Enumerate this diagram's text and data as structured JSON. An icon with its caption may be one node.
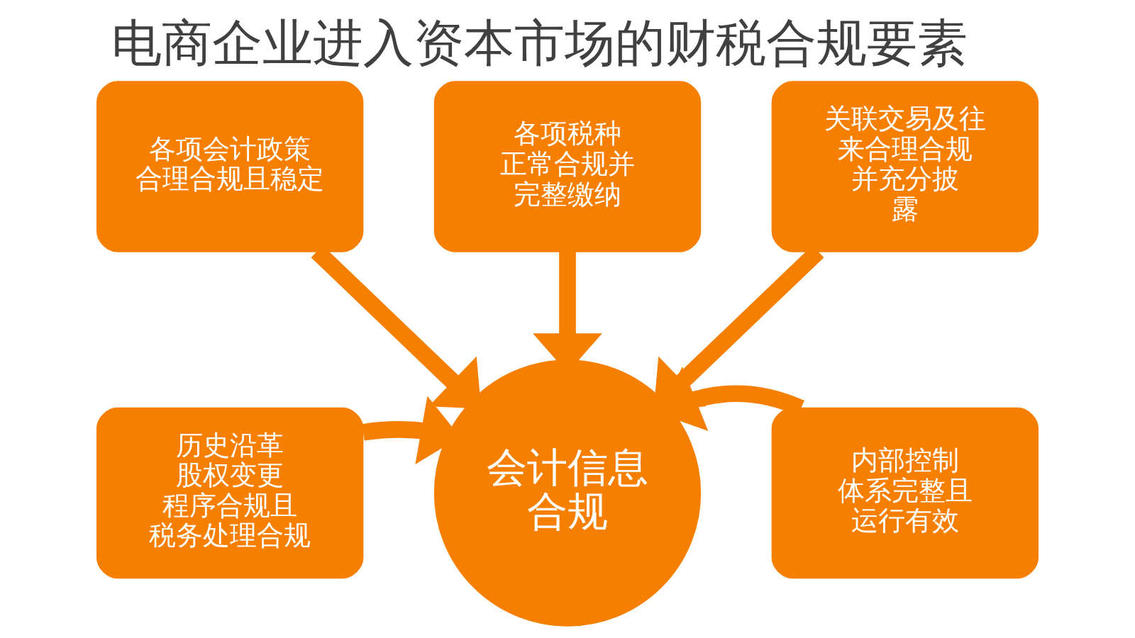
{
  "diagram": {
    "title": "电商企业进入资本市场的财税合规要素",
    "nodes": [
      {
        "text": [
          "各项税种正常合规并完整缴纳"
        ]
      },
      {
        "text": [
          "各项会计政策合理合规且稳定"
        ]
      },
      {
        "text": [
          "关联交易及往来合理合规并充分披露"
        ]
      },
      {
        "text": [
          "历史沿革股权变更程序合规且税务处理合规"
        ]
      },
      {
        "text": [
          "会计信息合规"
        ]
      },
      {
        "text": [
          "内部控制体系完整且运行有效"
        ]
      }
    ],
    "edges": [
      {
        "from": 0,
        "to": 4,
        "arrow": "to"
      },
      {
        "from": 1,
        "to": 4,
        "arrow": "to"
      },
      {
        "from": 2,
        "to": 4,
        "arrow": "to"
      },
      {
        "from": 3,
        "to": 4,
        "arrow": "to"
      },
      {
        "from": 5,
        "to": 4,
        "arrow": "to"
      }
    ]
  }
}
